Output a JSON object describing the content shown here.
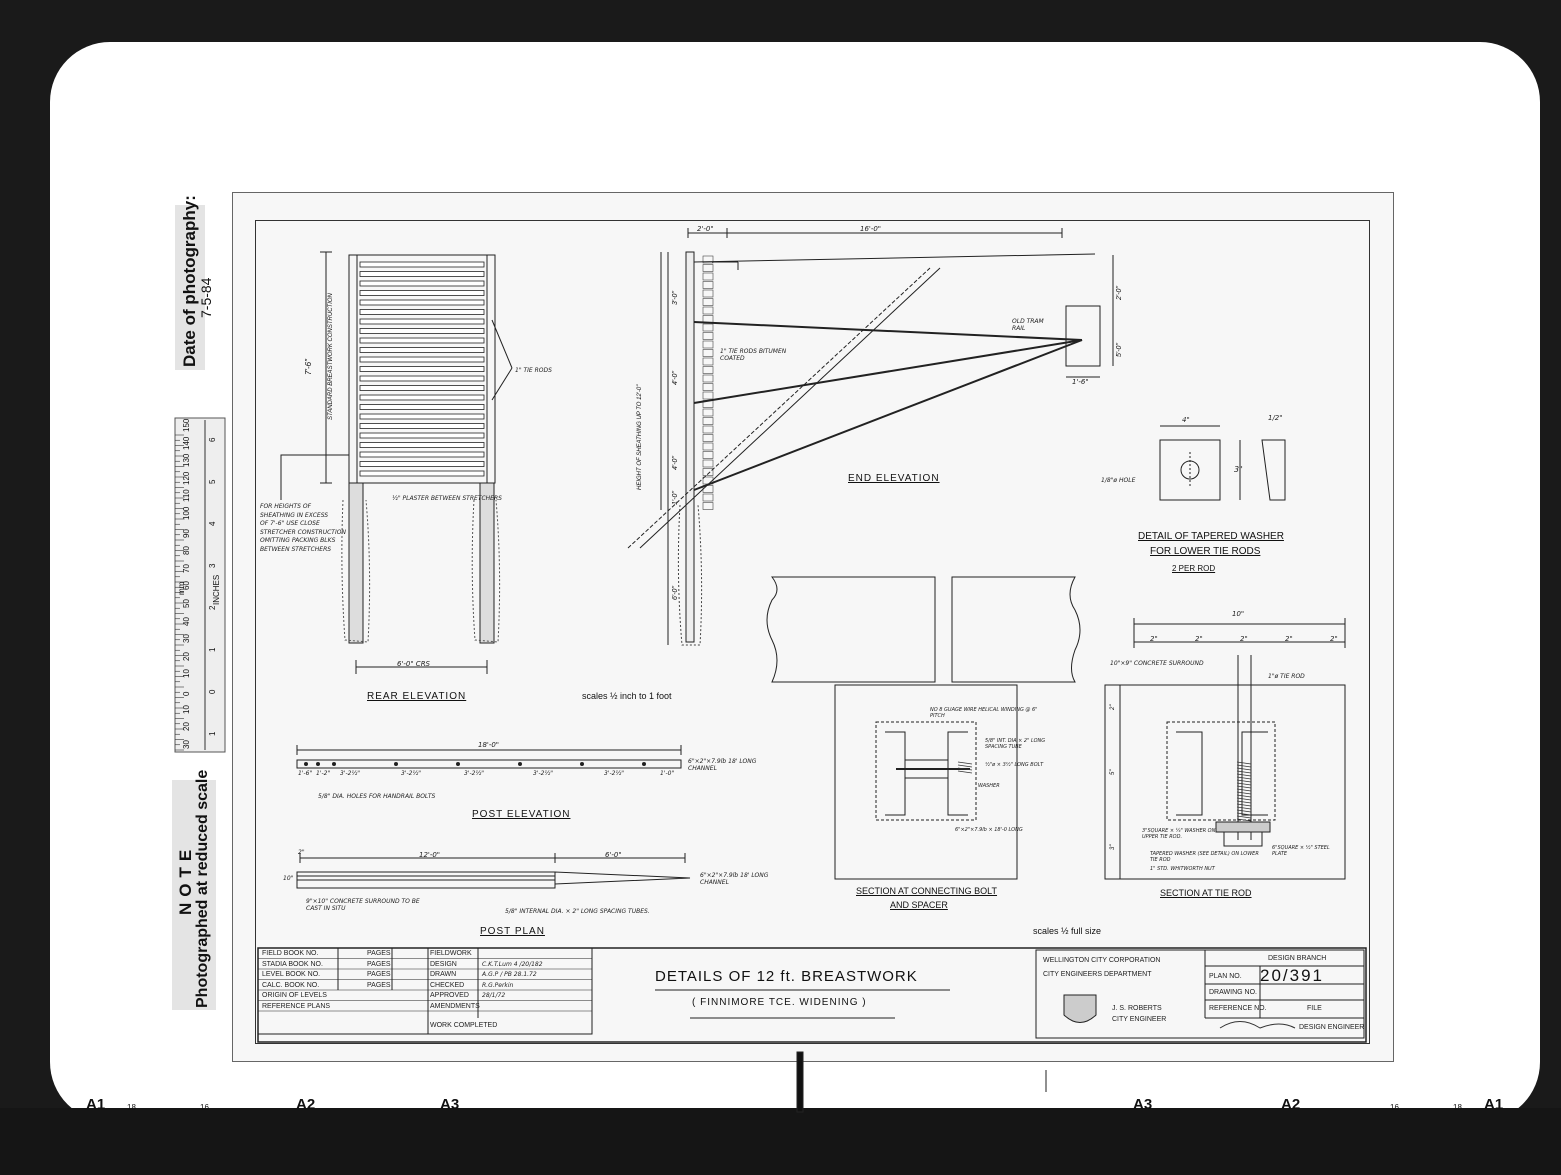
{
  "side_notes": {
    "date_label": "Date of photography:",
    "date_value": "7-5-84",
    "note_title": "NOTE",
    "note_text": "Photographed at reduced scale",
    "ruler_mm": "mm",
    "ruler_inches": "INCHES",
    "ruler_mm_ticks": [
      "150",
      "140",
      "130",
      "120",
      "110",
      "100",
      "90",
      "80",
      "70",
      "60",
      "50",
      "40",
      "30",
      "20",
      "10",
      "0",
      "10",
      "20",
      "30"
    ],
    "ruler_in_ticks": [
      "6",
      "5",
      "4",
      "3",
      "2",
      "1",
      "0",
      "1"
    ]
  },
  "drawing": {
    "rear_elevation": {
      "title": "REAR ELEVATION",
      "dim_height": "7'-6\"",
      "note_std": "STANDARD BREASTWORK CONSTRUCTION",
      "tie_rods": "1\" TIE RODS",
      "plaster": "½\" PLASTER BETWEEN STRETCHERS",
      "dim_crs": "6'-0\" CRS",
      "note_heights": [
        "FOR HEIGHTS OF",
        "SHEATHING IN EXCESS",
        "OF 7'-6\" USE CLOSE",
        "STRETCHER CONSTRUCTION",
        "OMITTING PACKING BLKS",
        "BETWEEN STRETCHERS"
      ]
    },
    "scales_half_inch": "scales ½ inch  to 1 foot",
    "end_elevation": {
      "title": "END ELEVATION",
      "dim_top_a": "2'-0\"",
      "dim_top_b": "16'-0\"",
      "dim_3": "3'-0\"",
      "dim_4a": "4'-0\"",
      "dim_4b": "4'-0\"",
      "dim_1": "1'-0\"",
      "dim_6": "6'-0\"",
      "height_note": "HEIGHT OF SHEATHING UP TO 12'-0\"",
      "tie_rod_note": "1\" TIE RODS BITUMEN COATED",
      "rail": "OLD TRAM RAIL",
      "dim_2": "2'-0\"",
      "dim_5": "5'-0\"",
      "dim_16": "1'-6\""
    },
    "tapered_washer": {
      "title1": "DETAIL OF TAPERED WASHER",
      "title2": "FOR LOWER TIE RODS",
      "sub": "2 PER ROD",
      "dim_w": "4\"",
      "dim_h": "3\"",
      "dim_t": "1/2\"",
      "hole": "1/8\"ø HOLE"
    },
    "post_elevation": {
      "title": "POST ELEVATION",
      "dim_total": "18'-0\"",
      "spacings": [
        "1'-6\"",
        "1'-2\"",
        "3'-2½\"",
        "3'-2½\"",
        "3'-2½\"",
        "3'-2½\"",
        "3'-2½\"",
        "1'-0\""
      ],
      "channel": "6\"×2\"×7.9lb  18' LONG CHANNEL",
      "holes": "5/8\" DIA. HOLES FOR HANDRAIL BOLTS"
    },
    "post_plan": {
      "title": "POST PLAN",
      "dim_12": "12'-0\"",
      "dim_6": "6'-0\"",
      "dim_2": "2\"",
      "dim_10": "10\"",
      "surround": "9\"×10\" CONCRETE SURROUND TO BE CAST IN SITU",
      "tubes": "5/8\" INTERNAL DIA. × 2\" LONG SPACING TUBES.",
      "channel": "6\"×2\"×7.9lb  18' LONG CHANNEL"
    },
    "section_bolt": {
      "title1": "SECTION AT CONNECTING BOLT",
      "title2": "AND SPACER",
      "wire": "NO 8 GUAGE WIRE HELICAL WINDING @ 6\" PITCH",
      "tube": "5/8\" INT. DIA × 2\" LONG SPACING TUBE",
      "bolt": "½\"ø × 3½\" LONG BOLT",
      "washer": "WASHER",
      "channel": "6\"×2\"×7.9lb × 18'-0 LONG"
    },
    "section_tie": {
      "title": "SECTION AT TIE ROD",
      "dim_10": "10\"",
      "dims_2": [
        "2\"",
        "2\"",
        "2\"",
        "2\"",
        "2\""
      ],
      "surround": "10\"×9\" CONCRETE SURROUND",
      "tie": "1\"ø TIE ROD",
      "dim_v2": "2\"",
      "dim_v5": "5\"",
      "dim_v3": "3\"",
      "washer_note": "3\"SQUARE × ¼\" WASHER ON UPPER TIE ROD.",
      "tapered_note": "TAPERED WASHER (SEE DETAIL) ON LOWER TIE ROD",
      "nut_note": "1\" STD. WHITWORTH NUT",
      "plate": "6\"SQUARE × ½\" STEEL PLATE"
    },
    "scales_half_full": "scales ½ full size"
  },
  "title_block": {
    "left_rows": [
      {
        "a": "FIELD BOOK NO.",
        "b": "PAGES",
        "c": "FIELDWORK",
        "d": ""
      },
      {
        "a": "STADIA BOOK NO.",
        "b": "PAGES",
        "c": "DESIGN",
        "d": "C.K.T.Lum  4  /20/182"
      },
      {
        "a": "LEVEL BOOK NO.",
        "b": "PAGES",
        "c": "DRAWN",
        "d": "A.G.P / PB   28.1.72"
      },
      {
        "a": "CALC. BOOK NO.",
        "b": "PAGES",
        "c": "CHECKED",
        "d": "R.G.Perkin"
      },
      {
        "a": "ORIGIN OF LEVELS",
        "b": "",
        "c": "APPROVED",
        "d": "28/1/72"
      },
      {
        "a": "REFERENCE PLANS",
        "b": "",
        "c": "AMENDMENTS",
        "d": ""
      }
    ],
    "work_completed": "WORK COMPLETED",
    "main_title": "DETAILS OF 12 ft. BREASTWORK",
    "sub_title": "( FINNIMORE TCE. WIDENING )",
    "corp": "WELLINGTON CITY CORPORATION",
    "dept": "CITY ENGINEERS DEPARTMENT",
    "engineer_name": "J. S. ROBERTS",
    "engineer_title": "CITY ENGINEER",
    "design_branch": "DESIGN BRANCH",
    "plan_no_label": "PLAN NO.",
    "plan_no": "20/391",
    "drawing_no_label": "DRAWING NO.",
    "reference_no_label": "REFERENCE NO.",
    "file_label": "FILE",
    "design_engineer": "DESIGN ENGINEER"
  },
  "film_markers": {
    "left": [
      "A1",
      "18",
      "16",
      "A2",
      "A3"
    ],
    "right": [
      "A3",
      "A2",
      "16",
      "18",
      "A1"
    ]
  }
}
